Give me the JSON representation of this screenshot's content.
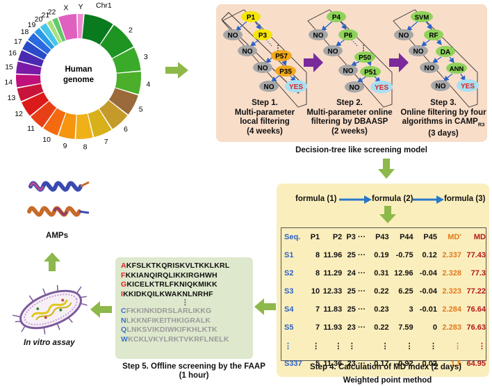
{
  "genome": {
    "center_label_1": "Human",
    "center_label_2": "genome",
    "chromosomes": [
      "Chr1",
      "2",
      "3",
      "4",
      "5",
      "6",
      "7",
      "8",
      "9",
      "10",
      "11",
      "12",
      "13",
      "14",
      "15",
      "16",
      "17",
      "18",
      "19",
      "20",
      "21",
      "22",
      "X",
      "Y"
    ],
    "colors": [
      "#0a7a1e",
      "#1e9422",
      "#3aaa2a",
      "#4caf2c",
      "#9a6a3a",
      "#c49a2a",
      "#d8b01a",
      "#f0b018",
      "#f59510",
      "#f56a10",
      "#e84016",
      "#dc1a1a",
      "#c8143a",
      "#c0107a",
      "#7a1aa6",
      "#4a2ab0",
      "#2a4ac8",
      "#2a6ae0",
      "#2a9ae8",
      "#48c6e8",
      "#a8e07a",
      "#62c96a",
      "#e060c0",
      "#f08ad0"
    ]
  },
  "step1": {
    "nodes": [
      "P1",
      "P3",
      "P57",
      "P35"
    ],
    "no": "NO",
    "yes": "YES",
    "caption": [
      "Step 1.",
      "Multi-parameter",
      "local filtering",
      "(4 weeks)"
    ]
  },
  "step2": {
    "nodes": [
      "P4",
      "P6",
      "P50",
      "P51"
    ],
    "no": "NO",
    "yes": "YES",
    "caption": [
      "Step 2.",
      "Multi-parameter online",
      "filtering by DBAASP",
      "(2 weeks)"
    ]
  },
  "step3": {
    "nodes": [
      "SVM",
      "RF",
      "DA",
      "ANN"
    ],
    "no": "NO",
    "yes": "YES",
    "caption_lines": [
      "Step 3.",
      "Online filtering by four"
    ],
    "caption_algo": "algorithms in CAMP",
    "caption_sub": "R3",
    "caption_time": "(3 days)"
  },
  "model_label": "Decision-tree like screening model",
  "formulas": [
    "formula (1)",
    "formula (2)",
    "formula (3)"
  ],
  "table": {
    "headers": [
      "Seq.",
      "P1",
      "P2",
      "P3",
      "···",
      "P43",
      "P44",
      "P45",
      "MD'",
      "MD"
    ],
    "rows": [
      [
        "S1",
        "8",
        "11.96",
        "25",
        "···",
        "0.19",
        "-0.75",
        "0.12",
        "2.337",
        "77.43"
      ],
      [
        "S2",
        "8",
        "11.29",
        "24",
        "···",
        "0.31",
        "12.96",
        "-0.04",
        "2.328",
        "77.3"
      ],
      [
        "S3",
        "10",
        "12.33",
        "25",
        "···",
        "0.22",
        "6.25",
        "-0.04",
        "2.323",
        "77.22"
      ],
      [
        "S4",
        "7",
        "11.83",
        "25",
        "···",
        "0.23",
        "3",
        "-0.01",
        "2.284",
        "76.64"
      ],
      [
        "S5",
        "7",
        "11.93",
        "23",
        "···",
        "0.22",
        "7.59",
        "0",
        "2.283",
        "76.63"
      ],
      [
        "⋮",
        "⋮",
        "⋮",
        "⋮",
        "",
        "⋮",
        "⋮",
        "⋮",
        "⋮",
        "⋮"
      ],
      [
        "S337",
        "5",
        "11.36",
        "23",
        "···",
        "0.17",
        "-0.92",
        "0.02",
        "1.5",
        "64.95"
      ]
    ]
  },
  "step4_caption": "Step 4.  Calculation of MD index (2 days)",
  "weighted_label": "Weighted point method",
  "sequences_top": [
    {
      "first": "A",
      "rest": "KFSLKTKQRISKVLTKKLKRL"
    },
    {
      "first": "F",
      "rest": "KKIANQIRQLIKKIRGHWH"
    },
    {
      "first": "G",
      "rest": "KICELKTRLFKNIQKMIKK"
    },
    {
      "first": "I",
      "rest": "KKIDKQILKWAKNLNRHF"
    }
  ],
  "seq_dots": "⋮",
  "sequences_bottom": [
    {
      "first": "C",
      "rest": "FKKINKIDRSLARLIKKG"
    },
    {
      "first": "N",
      "rest": "LKKNFIKEITHKIGRALK"
    },
    {
      "first": "Q",
      "rest": "LNKSVIKDIWKIFKHLKTK"
    },
    {
      "first": "W",
      "rest": "KCKLVKYLRKTVKRFLNELK"
    }
  ],
  "step5_caption": [
    "Step 5. Offline screening by the FAAP",
    "(1 hour)"
  ],
  "invitro_label": "In vitro assay",
  "amps_label": "AMPs",
  "colors": {
    "green_arrow": "#8db84a",
    "purple_arrow": "#7a2a9a",
    "blue_arrow": "#2a78c8",
    "node_yellow": "#f5e60a",
    "node_orange": "#f2a81c",
    "node_green": "#8ed25a",
    "node_grey": "#a6a6a6",
    "yes_bg": "#a8dff2",
    "yes_text": "#e0201e"
  }
}
